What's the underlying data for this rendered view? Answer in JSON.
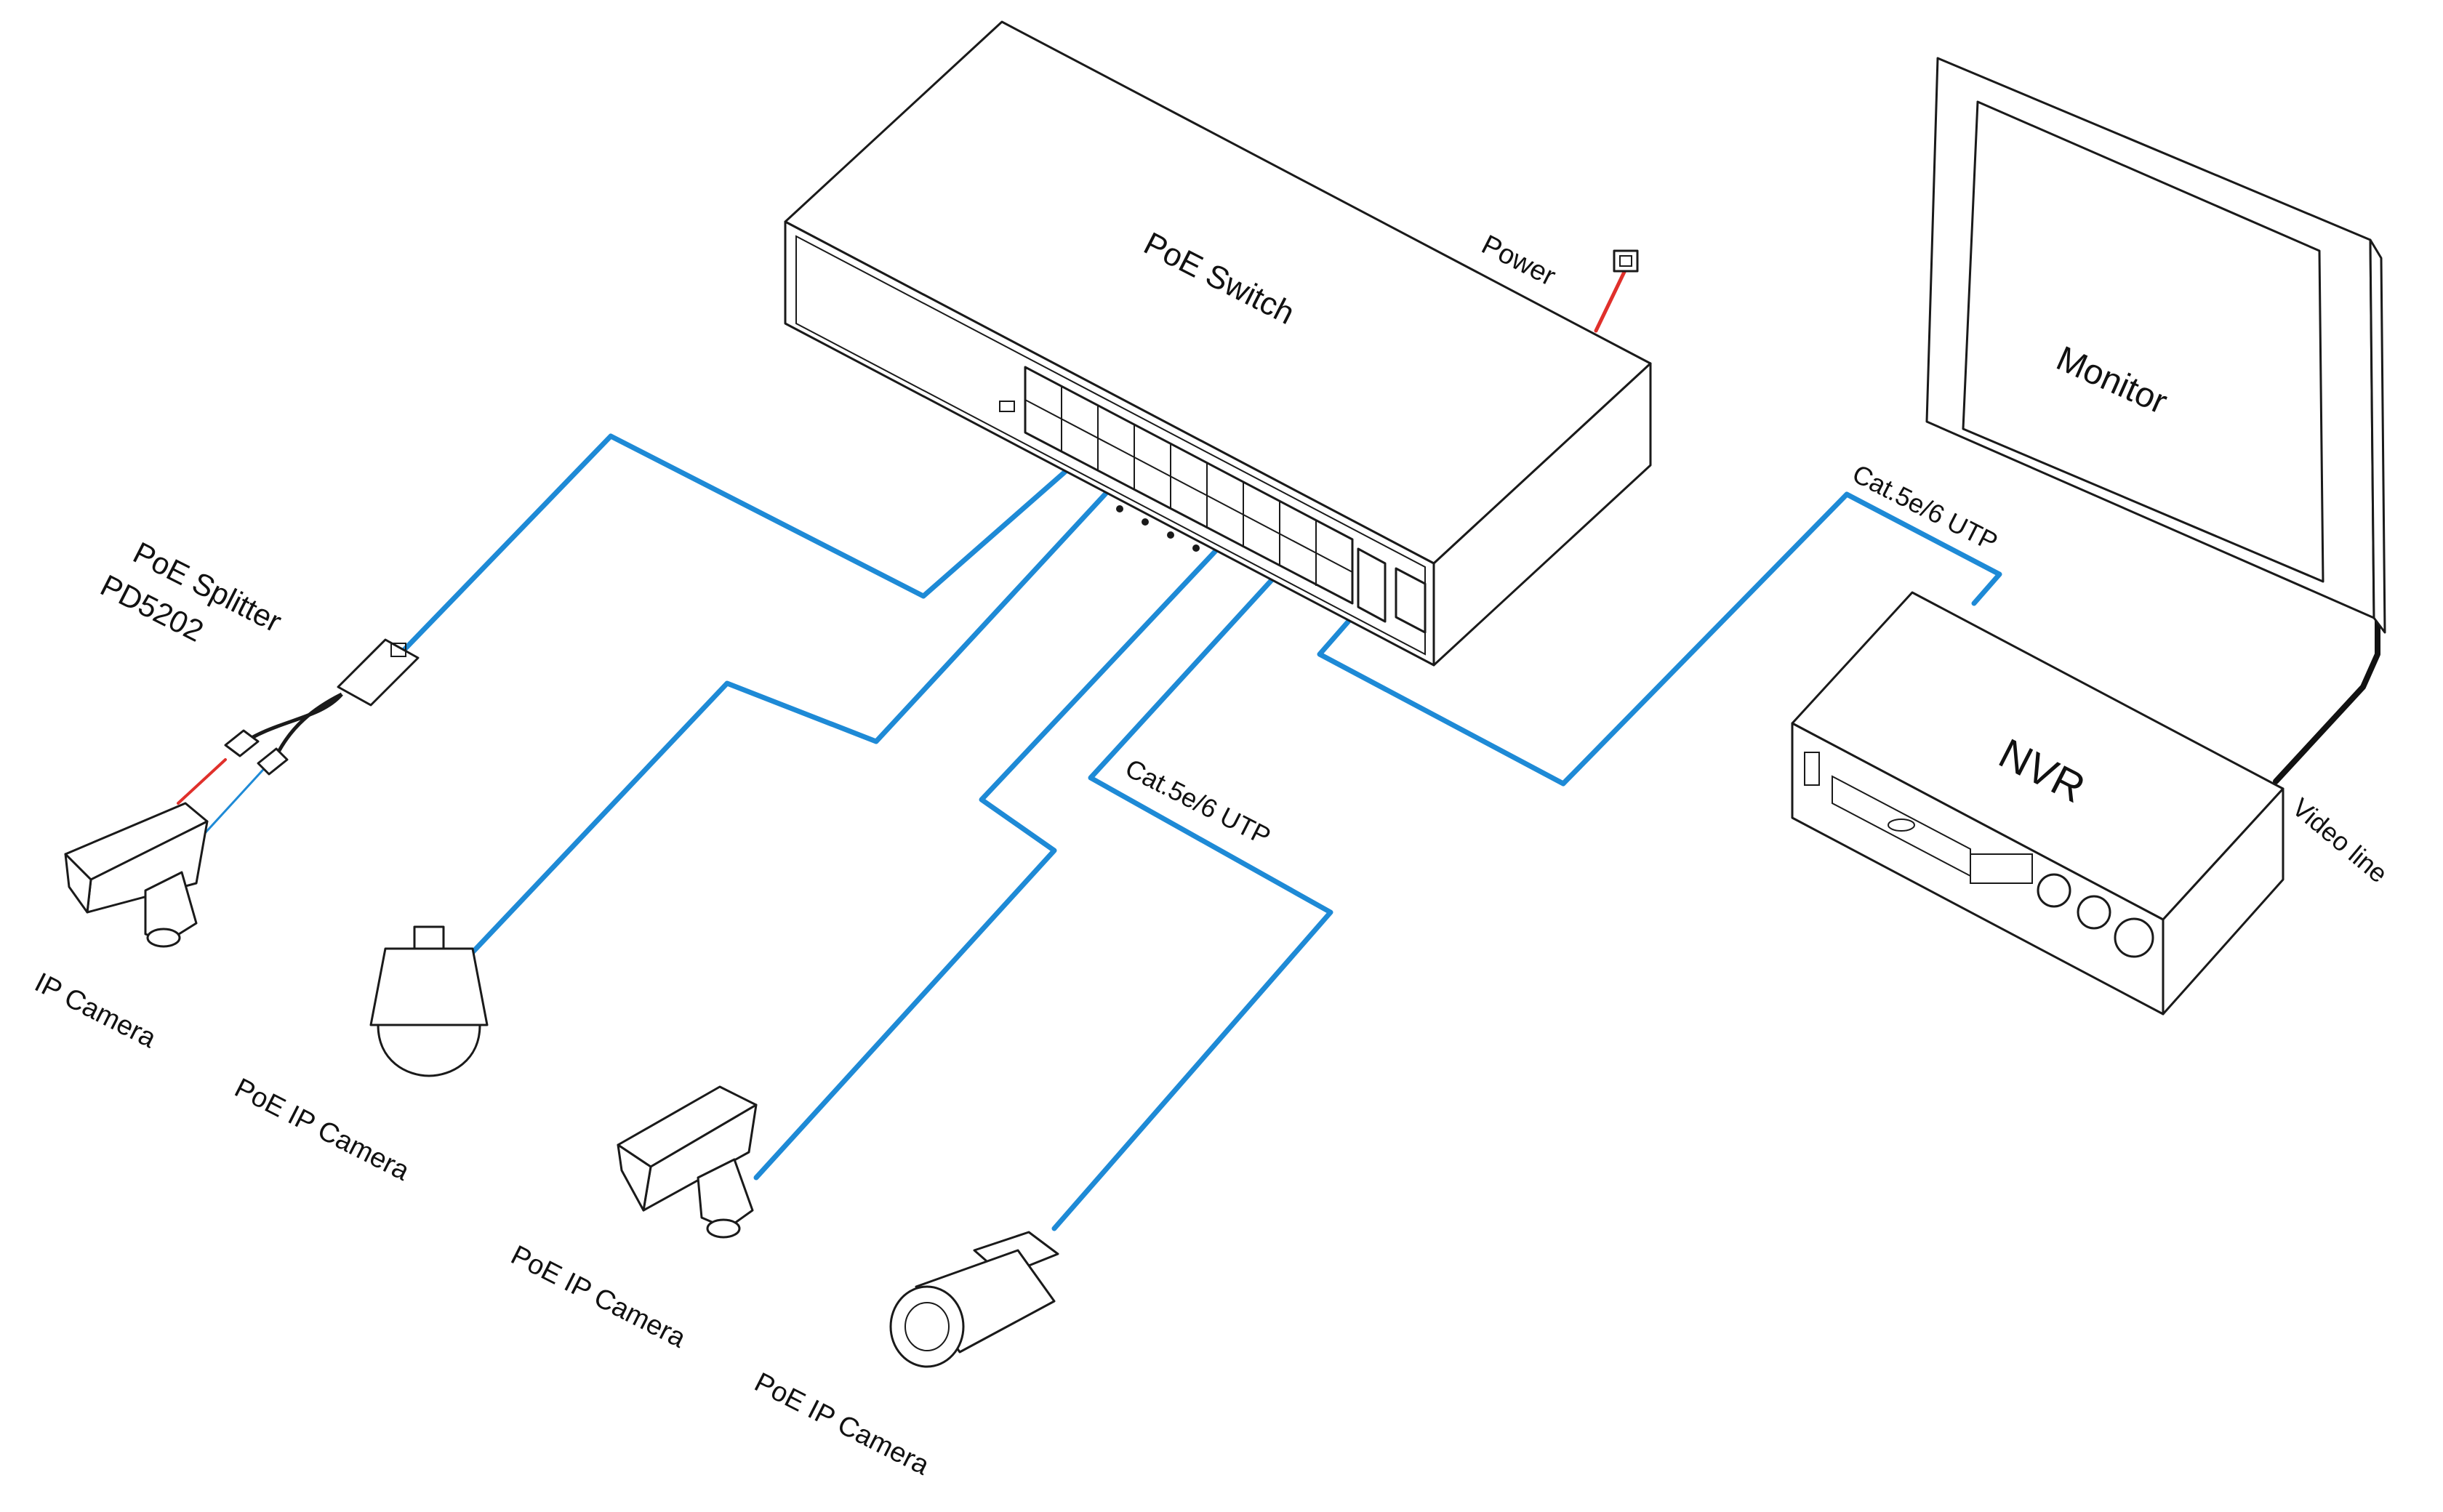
{
  "labels": {
    "poe_switch": "PoE Switch",
    "power": "Power",
    "monitor": "Monitor",
    "nvr": "NVR",
    "video_line": "Video line",
    "uplink_cable": "Cat.5e/6 UTP",
    "downlink_cable": "Cat.5e/6 UTP",
    "splitter_name": "PoE Splitter",
    "splitter_model": "PD5202",
    "camera_ip": "IP Camera",
    "camera_poe_dome": "PoE IP Camera",
    "camera_poe_box": "PoE IP Camera",
    "camera_poe_bullet": "PoE IP Camera"
  },
  "colors": {
    "ethernet_cable": "#1e8ad6",
    "power_cable": "#e0302b",
    "video_cable": "#111111",
    "line_art": "#1a1a1a"
  },
  "icons": {
    "switch": "poe-switch-icon",
    "monitor": "monitor-icon",
    "nvr": "nvr-icon",
    "power_outlet": "power-outlet-icon",
    "splitter": "poe-splitter-icon",
    "box_camera": "box-camera-icon",
    "dome_camera": "dome-camera-icon",
    "bullet_camera": "bullet-camera-icon"
  }
}
